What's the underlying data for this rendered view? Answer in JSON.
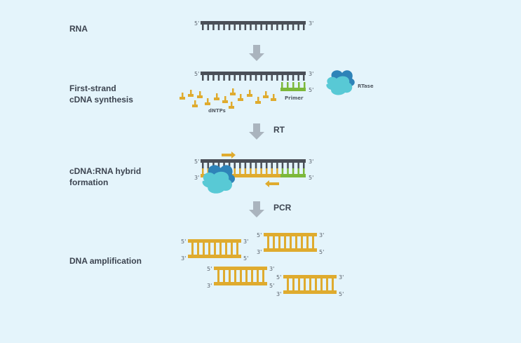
{
  "stages": {
    "rna": "RNA",
    "first_strand_1": "First-strand",
    "first_strand_2": "cDNA synthesis",
    "hybrid_1": "cDNA:RNA hybrid",
    "hybrid_2": "formation",
    "amplification": "DNA amplification"
  },
  "steps": {
    "rt": "RT",
    "pcr": "PCR"
  },
  "molecule_labels": {
    "dntps": "dNTPs",
    "primer": "Primer",
    "rtase": "RTase"
  },
  "ends": {
    "five": "5'",
    "three": "3'"
  },
  "colors": {
    "background": "#e4f4fb",
    "rna": "#4a4f57",
    "cdna": "#dfab2e",
    "primer": "#7cb83a",
    "enzyme_light": "#58c9d5",
    "enzyme_dark": "#2e83b8",
    "arrow": "#aab4be",
    "text": "#3c4450"
  }
}
